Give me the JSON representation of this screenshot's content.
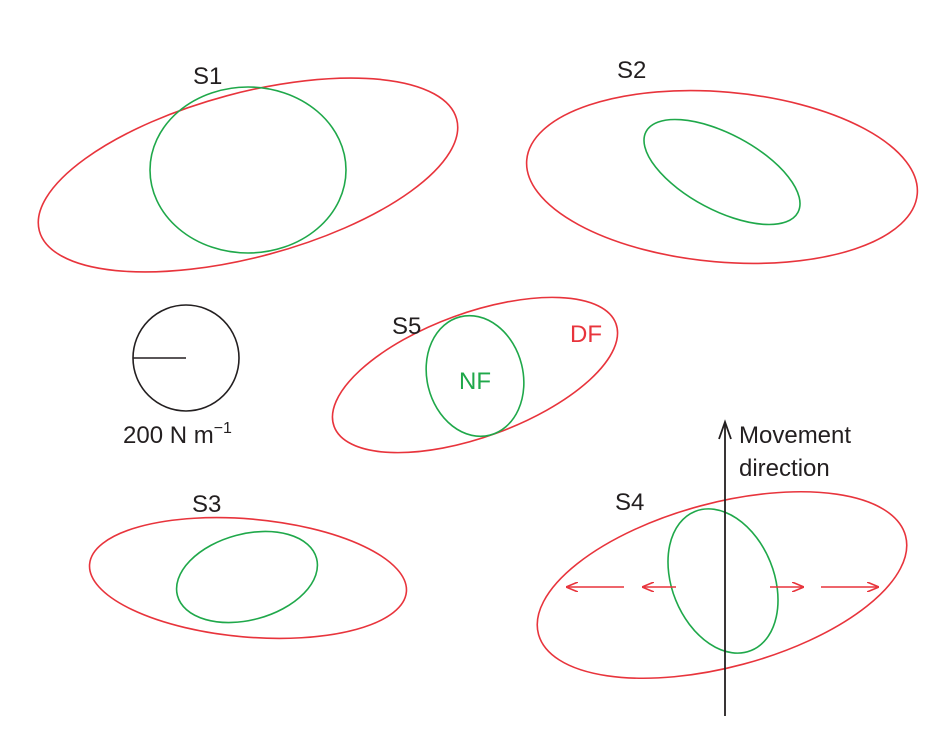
{
  "colors": {
    "df": "#e8343c",
    "nf": "#1fa84a",
    "ink": "#231f20"
  },
  "panels": {
    "s1": {
      "label": "S1"
    },
    "s2": {
      "label": "S2"
    },
    "s3": {
      "label": "S3"
    },
    "s4": {
      "label": "S4"
    },
    "s5": {
      "label": "S5",
      "df_label": "DF",
      "nf_label": "NF"
    }
  },
  "scale": {
    "label": "200 N m",
    "exponent": "−1"
  },
  "movement": {
    "line1": "Movement",
    "line2": "direction"
  }
}
